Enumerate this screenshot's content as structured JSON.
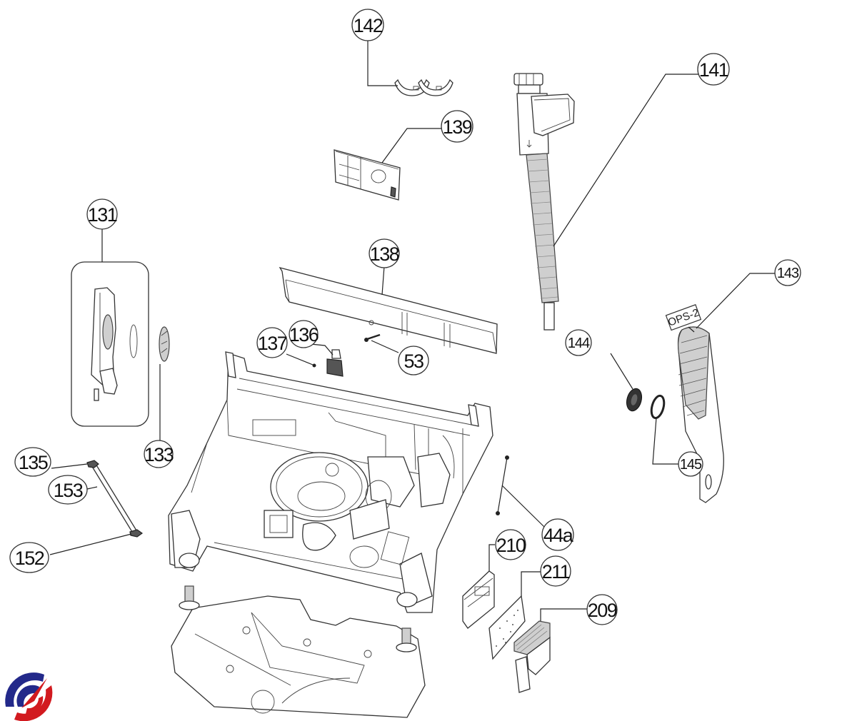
{
  "diagram": {
    "title": "Dishwasher base / sump assembly exploded parts view",
    "callouts": [
      {
        "id": "142",
        "label": "142",
        "part": "hose clips (double)"
      },
      {
        "id": "141",
        "label": "141",
        "part": "inlet hose / aquastop valve"
      },
      {
        "id": "139",
        "label": "139",
        "part": "bracket plate"
      },
      {
        "id": "131",
        "label": "131",
        "part": "heat pump housing kit (grouped)"
      },
      {
        "id": "138",
        "label": "138",
        "part": "side channel / duct"
      },
      {
        "id": "137",
        "label": "137",
        "part": "screw"
      },
      {
        "id": "136",
        "label": "136",
        "part": "clip bracket"
      },
      {
        "id": "53",
        "label": "53",
        "part": "screw"
      },
      {
        "id": "143",
        "label": "143",
        "part": "side cover panel"
      },
      {
        "id": "144",
        "label": "144",
        "part": "filter disc"
      },
      {
        "id": "145",
        "label": "145",
        "part": "o-ring seal"
      },
      {
        "id": "133",
        "label": "133",
        "part": "seal ring"
      },
      {
        "id": "135",
        "label": "135",
        "part": "clip"
      },
      {
        "id": "153",
        "label": "153",
        "part": "tube"
      },
      {
        "id": "152",
        "label": "152",
        "part": "clip"
      },
      {
        "id": "44a",
        "label": "44a",
        "part": "screws"
      },
      {
        "id": "210",
        "label": "210",
        "part": "module housing"
      },
      {
        "id": "211",
        "label": "211",
        "part": "control board"
      },
      {
        "id": "209",
        "label": "209",
        "part": "module cover"
      }
    ],
    "tag": {
      "label": "OPS-2"
    }
  },
  "logo": {
    "name": "brand-logo",
    "colors": {
      "blue": "#23298a",
      "red": "#d21a1f"
    }
  }
}
